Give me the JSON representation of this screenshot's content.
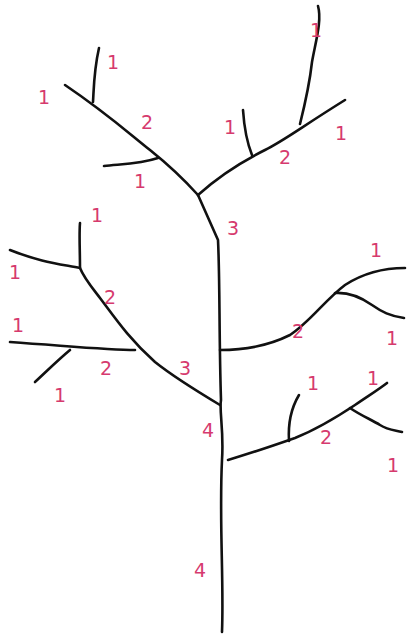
{
  "diagram": {
    "labels": [
      "1",
      "1",
      "1",
      "2",
      "1",
      "1",
      "2",
      "1",
      "1",
      "3",
      "1",
      "1",
      "2",
      "1",
      "2",
      "1",
      "2",
      "3",
      "1",
      "1",
      "1",
      "4",
      "2",
      "1",
      "4"
    ]
  }
}
